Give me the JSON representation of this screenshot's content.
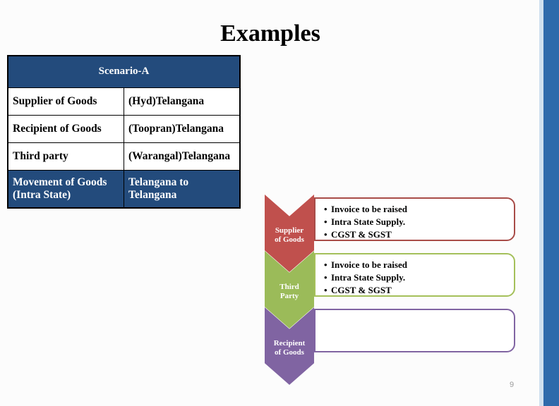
{
  "slide": {
    "title": "Examples",
    "page_number": "9",
    "accent_color": "#2e6aab",
    "background_color": "#fcfcfc"
  },
  "table": {
    "header": "Scenario-A",
    "header_bg": "#234b7c",
    "rows": [
      {
        "label": "Supplier of Goods",
        "value": "(Hyd)Telangana",
        "highlight": false
      },
      {
        "label": "Recipient of Goods",
        "value": "(Toopran)Telangana",
        "highlight": false
      },
      {
        "label": "Third party",
        "value": "(Warangal)Telangana",
        "highlight": false
      },
      {
        "label": "Movement of Goods (Intra State)",
        "value": "Telangana to Telangana",
        "highlight": true
      }
    ]
  },
  "flow": {
    "steps": [
      {
        "label_line1": "Supplier",
        "label_line2": "of Goods",
        "color": "#c0504d",
        "border_color": "#a84c48",
        "notes": [
          "Invoice to be raised",
          "Intra State Supply.",
          "CGST & SGST"
        ]
      },
      {
        "label_line1": "Third",
        "label_line2": "Party",
        "color": "#9bbb59",
        "border_color": "#a4c05a",
        "notes": [
          "Invoice to be raised",
          "Intra State Supply.",
          "CGST & SGST"
        ]
      },
      {
        "label_line1": "Recipient",
        "label_line2": "of Goods",
        "color": "#8064a2",
        "border_color": "#8064a2",
        "notes": []
      }
    ]
  }
}
